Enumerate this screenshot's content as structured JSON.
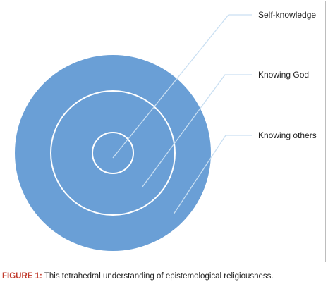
{
  "diagram": {
    "labels": {
      "self_knowledge": "Self-knowledge",
      "knowing_god": "Knowing God",
      "knowing_others": "Knowing others"
    },
    "colors": {
      "outer_fill": "#6a9fd6",
      "ring_stroke": "#ffffff",
      "leader_line": "#c9dff2"
    }
  },
  "caption": {
    "prefix": "FIGURE 1:",
    "text": " This tetrahedral understanding of epistemological religiousness."
  }
}
